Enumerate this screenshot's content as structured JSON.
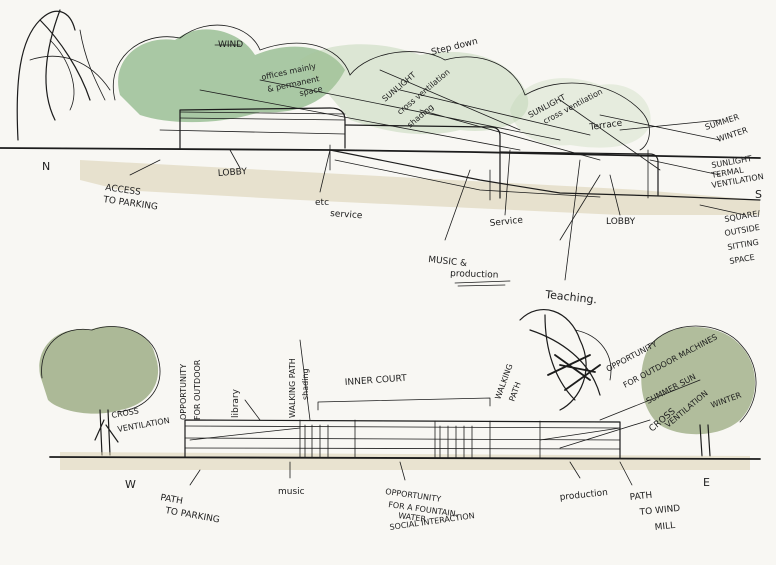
{
  "section_top": {
    "left_label": "N",
    "right_label": "S",
    "annotations": {
      "wind": "WIND",
      "offices": "offices mainly",
      "offices_2": "& permanent",
      "offices_3": "space",
      "step_down": "Step down",
      "sunlight_1": "SUNLIGHT",
      "sunlight_1b": "cross ventilation",
      "sunlight_1c": "shading",
      "sunlight_2": "SUNLIGHT",
      "sunlight_2b": "cross ventilation",
      "terrace": "Terrace",
      "summer": "SUMMER",
      "winter": "WINTER",
      "sunlight_3": "SUNLIGHT",
      "sunlight_3b": "TERMAL",
      "sunlight_3c": "VENTILATION",
      "access": "ACCESS",
      "access_2": "TO PARKING",
      "lobby_1": "LOBBY",
      "etc_service": "etc",
      "etc_service_2": "service",
      "service": "Service",
      "lobby_2": "LOBBY",
      "square": "SQUARE/",
      "outside": "OUTSIDE",
      "sitting": "SITTING",
      "space": "SPACE",
      "music": "MUSIC &",
      "music_2": "production",
      "teaching": "Teaching."
    }
  },
  "section_bottom": {
    "left_label": "W",
    "right_label": "E",
    "annotations": {
      "cross_ventilation": "CROSS",
      "cross_ventilation_2": "VENTILATION",
      "opportunity_1": "OPPORTUNITY",
      "opportunity_1b": "FOR OUTDOOR",
      "library": "library",
      "walking_path": "WALKING PATH",
      "walking_path_2": "shading",
      "inner_court": "INNER COURT",
      "walking_path_b": "WALKING",
      "walking_path_b2": "PATH",
      "opportunity_2": "OPPORTUNITY",
      "opportunity_2b": "FOR OUTDOOR MACHINES",
      "summer_sun": "SUMMER SUN",
      "cross_vent_2": "CROSS",
      "cross_vent_2b": "VENTILATION",
      "winter": "WINTER",
      "path_parking": "PATH",
      "path_parking_2": "TO PARKING",
      "music": "music",
      "opportunity_3": "OPPORTUNITY",
      "opportunity_3b": "FOR A FOUNTAIN.",
      "opportunity_3c": "WATER",
      "opportunity_3d": "SOCIAL INTERACTION",
      "production": "production",
      "path_wind": "PATH",
      "path_wind_2": "TO WIND",
      "path_wind_3": "MILL"
    }
  },
  "colors": {
    "ink": "#1c1c1c",
    "foliage_top": "#8fb889",
    "foliage_bottom": "#9fae86",
    "ground_wash": "#d9cfae",
    "paper": "#f8f7f3"
  }
}
